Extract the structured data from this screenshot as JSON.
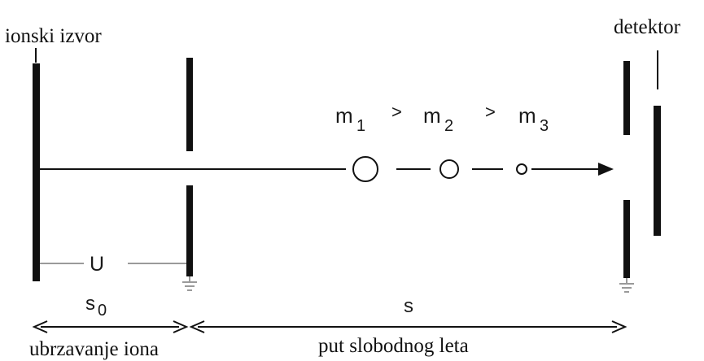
{
  "labels": {
    "source": "ionski izvor",
    "detector": "detektor",
    "voltage": "U",
    "accel_distance": "s",
    "accel_distance_sub": "0",
    "flight_distance": "s",
    "accel_caption": "ubrzavanje iona",
    "flight_caption": "put slobodnog leta"
  },
  "mass_relation": {
    "m1": "m",
    "m1_sub": "1",
    "gt1": ">",
    "m2": "m",
    "m2_sub": "2",
    "gt2": ">",
    "m3": "m",
    "m3_sub": "3"
  },
  "colors": {
    "ink": "#111111",
    "ground": "#9a9a9a"
  }
}
